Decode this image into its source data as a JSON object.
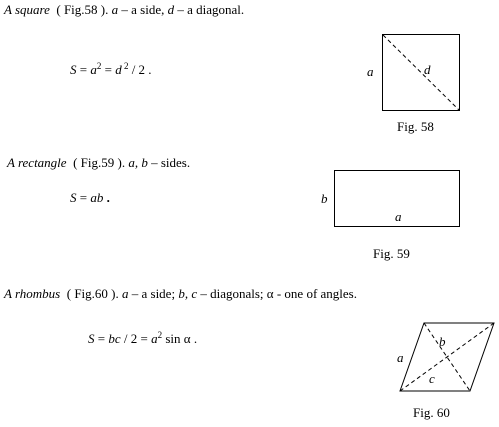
{
  "square": {
    "term": "A square",
    "fig_ref": "( Fig.58 ).",
    "def_a": "a",
    "def_a_rest": " – a side,  ",
    "def_d": "d",
    "def_d_rest": " – a diagonal.",
    "formula_lhs": "S",
    "formula_eq1": " = ",
    "formula_a": "a",
    "formula_exp1": "2",
    "formula_eq2": "  = ",
    "formula_d": "d",
    "formula_exp2": " 2",
    "formula_tail": " / 2 .",
    "label_side": "a",
    "label_diag": "d",
    "caption": "Fig. 58"
  },
  "rectangle": {
    "term": "A rectangle",
    "fig_ref": "( Fig.59 ).",
    "def_vars": "a, b",
    "def_rest": " – sides.",
    "formula_lhs": "S",
    "formula_eq": " = ",
    "formula_rhs": "ab",
    "formula_tail": " .",
    "label_b": "b",
    "label_a": "a",
    "caption": "Fig. 59"
  },
  "rhombus": {
    "term": "A rhombus",
    "fig_ref": "( Fig.60 ).",
    "def_a": "a",
    "def_a_rest": " – a side;  ",
    "def_bc": "b, c",
    "def_bc_rest": " – diagonals; ",
    "def_alpha": "α",
    "def_alpha_rest": " - one of angles.",
    "formula_lhs": "S",
    "formula_eq1": " = ",
    "formula_bc": "bc",
    "formula_mid": " / 2 = ",
    "formula_a": "a",
    "formula_exp": "2",
    "formula_sin": " sin ",
    "formula_alpha": "α",
    "formula_tail": " .",
    "label_a": "a",
    "label_b": "b",
    "label_c": "c",
    "caption": "Fig. 60"
  }
}
